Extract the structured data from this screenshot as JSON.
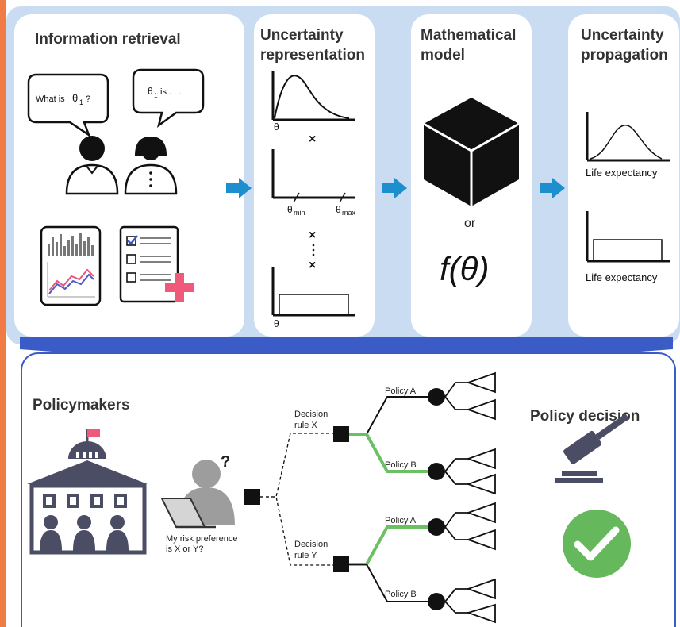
{
  "panels": {
    "info": {
      "title": "Information retrieval",
      "bubble1": "What is",
      "bubble1_sym": "θ",
      "bubble1_sub": "1",
      "bubble1_end": "?",
      "bubble2_sym": "θ",
      "bubble2_sub": "1",
      "bubble2_end": "is . . ."
    },
    "uncertainty": {
      "title_line1": "Uncertainty",
      "title_line2": "representation",
      "theta": "θ",
      "theta_min": "θ",
      "min_sub": "min",
      "theta_max": "θ",
      "max_sub": "max",
      "theta_bottom": "θ"
    },
    "model": {
      "title_line1": "Mathematical",
      "title_line2": "model",
      "or": "or",
      "formula": "f(θ)"
    },
    "propagation": {
      "title_line1": "Uncertainty",
      "title_line2": "propagation",
      "label1": "Life expectancy",
      "label2": "Life expectancy"
    }
  },
  "bottom": {
    "policymakers": "Policymakers",
    "question_mark": "?",
    "speech_line1": "My risk preference",
    "speech_line2": "is X or Y?",
    "rule_x_line1": "Decision",
    "rule_x_line2": "rule X",
    "rule_y_line1": "Decision",
    "rule_y_line2": "rule Y",
    "policy_a1": "Policy A",
    "policy_b1": "Policy B",
    "policy_a2": "Policy A",
    "policy_b2": "Policy B",
    "policy_decision": "Policy decision"
  },
  "colors": {
    "band": "#c9dcf2",
    "arrow": "#1d8fcf",
    "border": "#3b5cc6",
    "green_path": "#6cc064",
    "check": "#65b85c",
    "pink": "#ef5a7a",
    "building": "#4a4d63",
    "orange": "#f07b45"
  },
  "icons": [
    "speech-bubble-icon",
    "person-icon",
    "bar-chart-icon",
    "checklist-icon",
    "cube-icon",
    "building-icon",
    "gavel-icon",
    "checkmark-icon",
    "laptop-user-icon"
  ]
}
